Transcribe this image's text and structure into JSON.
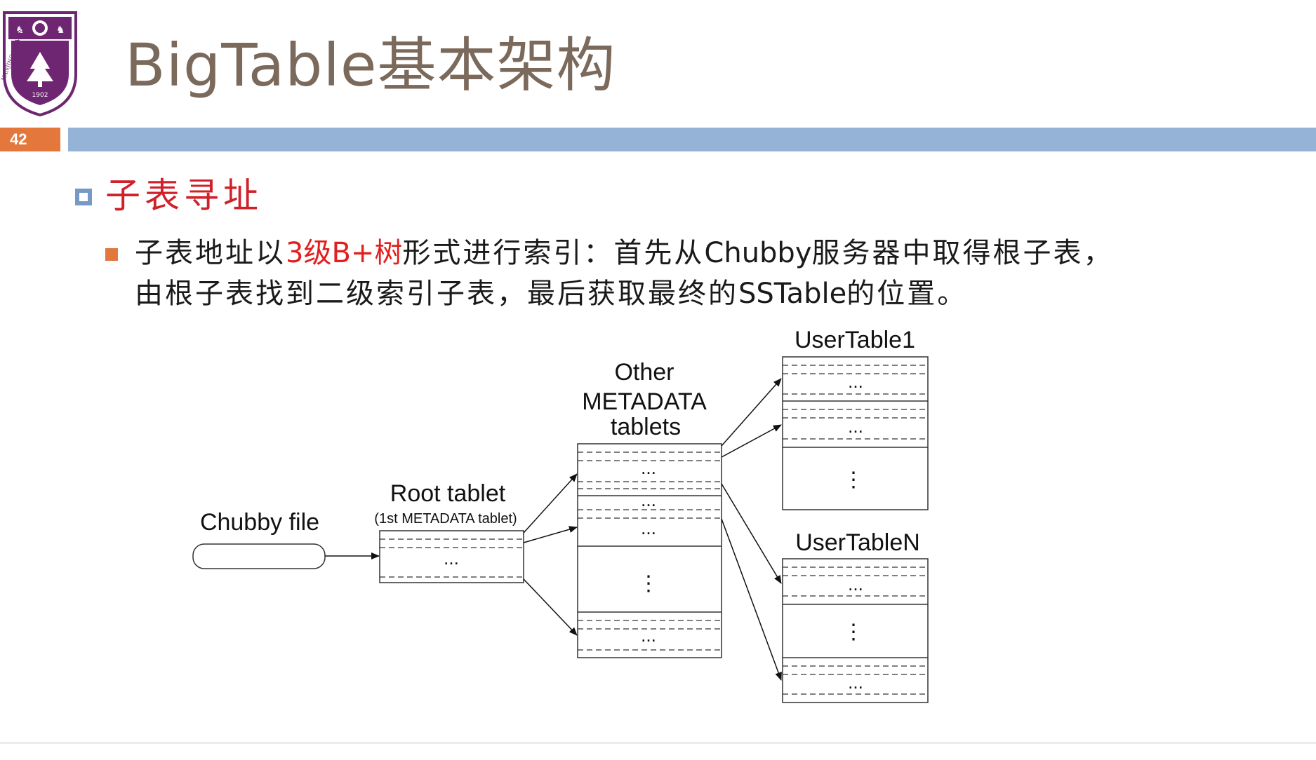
{
  "slide": {
    "title": "BigTable基本架构",
    "page_number": "42"
  },
  "logo": {
    "university_text": "NANJING UNIVERSITY",
    "year": "1902",
    "color": "#6e2572"
  },
  "bullets": {
    "level1": "子表寻址",
    "level2_line1_pre": "子表地址以",
    "level2_line1_red": "3级B+树",
    "level2_line1_mid": "形式进行索引：首先从",
    "level2_line1_chubby": "Chubby",
    "level2_line1_post": "服务器中取得根子表，",
    "level2_line2_pre": "由根子表找到二级索引子表，最后获取最终的",
    "level2_line2_sstable": "SSTable",
    "level2_line2_post": "的位置。"
  },
  "diagram": {
    "chubby_label": "Chubby file",
    "root_label": "Root tablet",
    "root_sublabel": "(1st METADATA tablet)",
    "meta_label_1": "Other",
    "meta_label_2": "METADATA",
    "meta_label_3": "tablets",
    "user1_label": "UserTable1",
    "usern_label": "UserTableN",
    "ellipsis": "...",
    "vertical_ellipsis": "⋮"
  },
  "colors": {
    "title": "#7b6a5c",
    "accent_orange": "#e3773c",
    "accent_blue": "#95b3d7",
    "bullet1_text": "#d0202a",
    "highlight_red": "#e21e1e"
  }
}
